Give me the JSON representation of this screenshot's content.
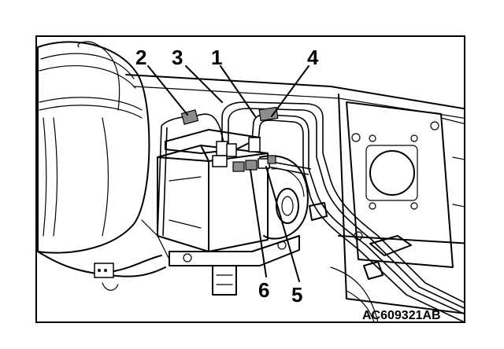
{
  "callouts": [
    {
      "id": "1",
      "label": "1"
    },
    {
      "id": "2",
      "label": "2"
    },
    {
      "id": "3",
      "label": "3"
    },
    {
      "id": "4",
      "label": "4"
    },
    {
      "id": "5",
      "label": "5"
    },
    {
      "id": "6",
      "label": "6"
    }
  ],
  "figure_code": "AC609321AB",
  "colors": {
    "ink": "#000000",
    "paper": "#ffffff",
    "shade": "#8c8c8c"
  }
}
